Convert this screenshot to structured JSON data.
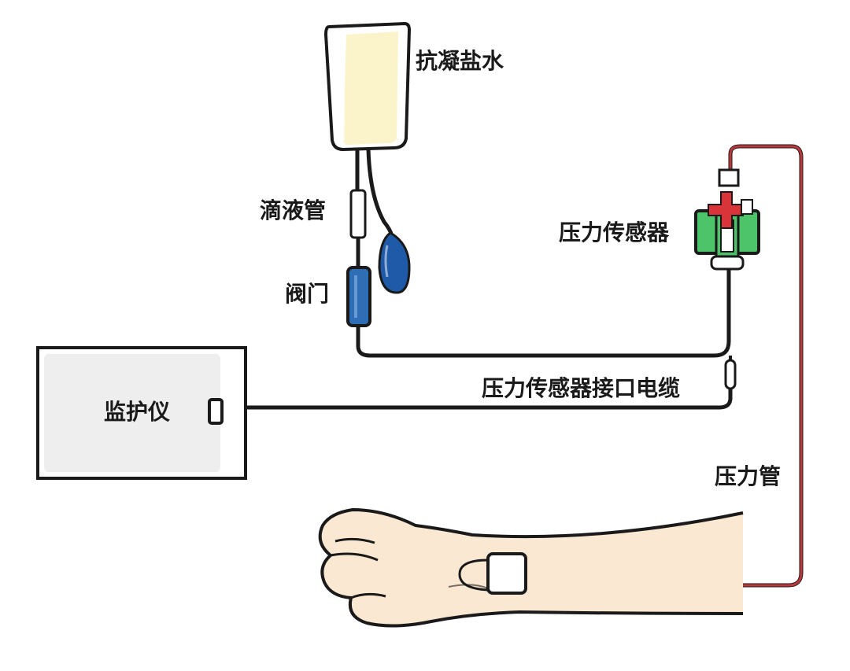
{
  "labels": {
    "saline": "抗凝盐水",
    "drip_chamber": "滴液管",
    "valve": "阀门",
    "pressure_sensor": "压力传感器",
    "sensor_cable": "压力传感器接口电缆",
    "monitor": "监护仪",
    "pressure_tube": "压力管"
  },
  "colors": {
    "outline": "#1a1a1a",
    "saline_fill": "#fbf3c4",
    "monitor_fill": "#eeeeee",
    "valve_blue": "#2f6db5",
    "bulb_blue": "#1e5aa8",
    "sensor_green": "#4ec46a",
    "stopcock_red": "#d9343a",
    "pressure_tube_red": "#b8383c",
    "skin": "#fbe8d2"
  }
}
